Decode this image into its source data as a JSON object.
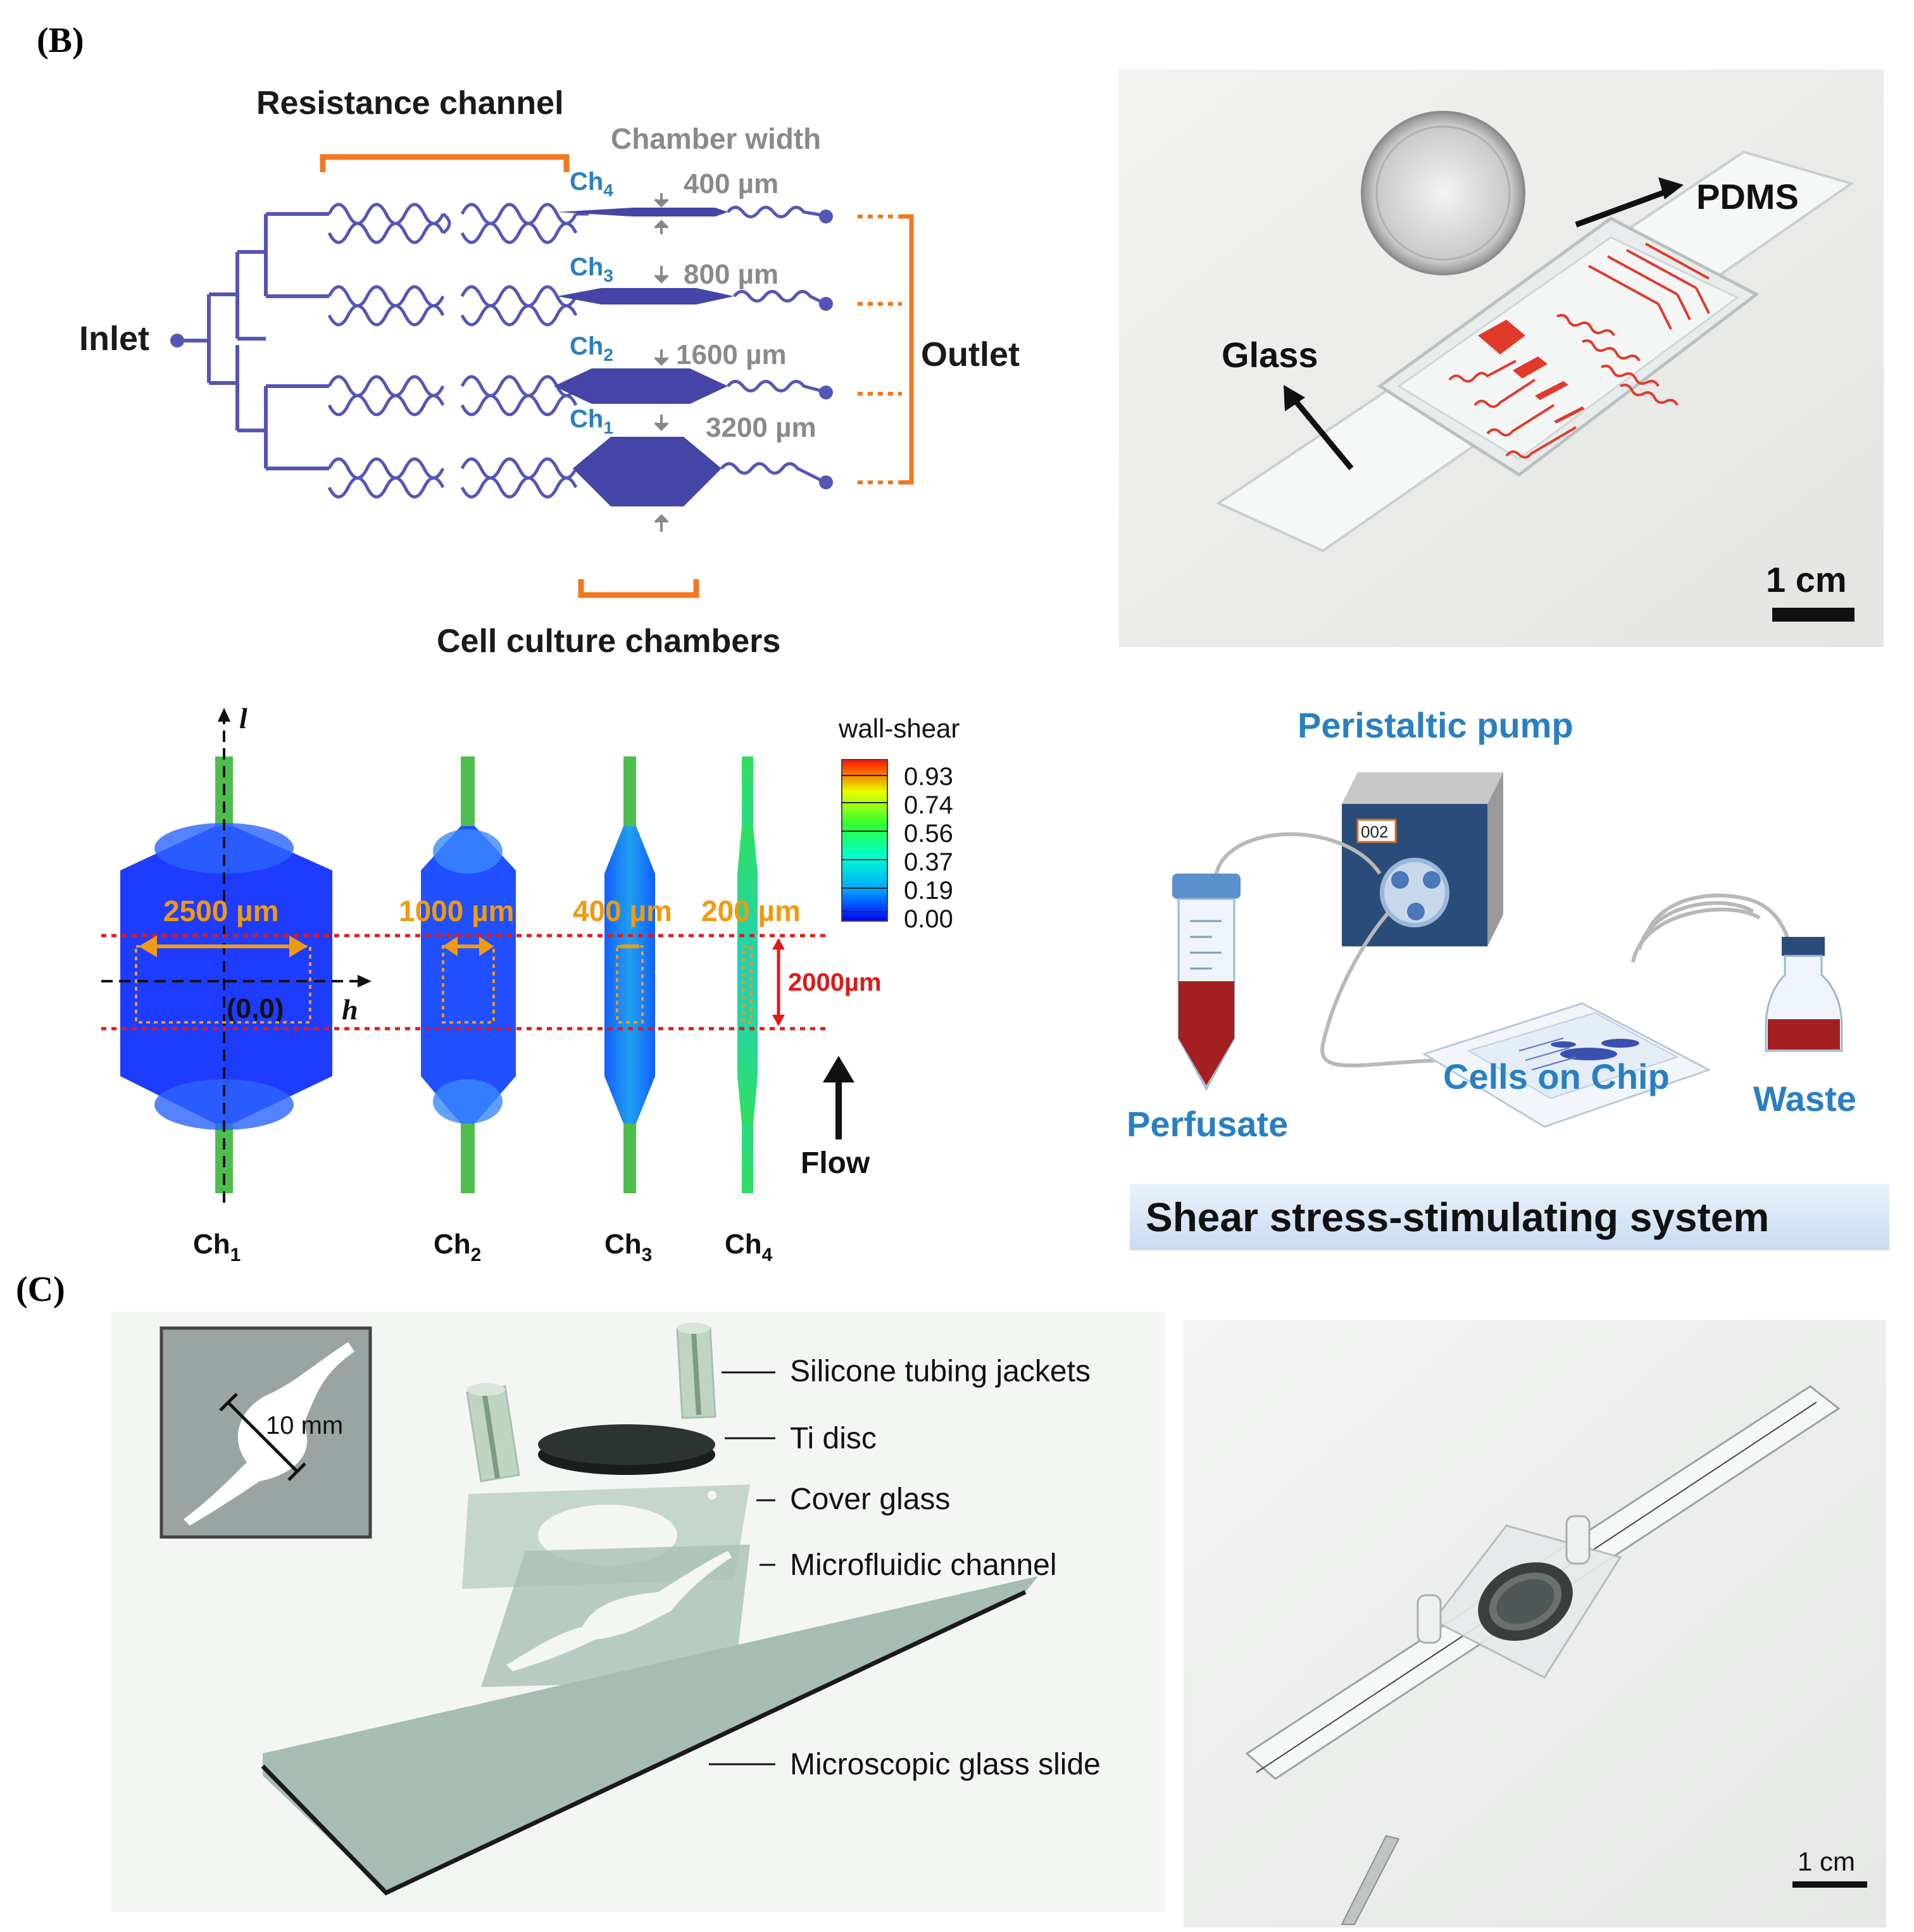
{
  "panels": {
    "B": {
      "letter_open": "(",
      "letter": "B",
      "letter_close": ")",
      "schematic": {
        "resistance_label": "Resistance channel",
        "chamber_width_label": "Chamber width",
        "inlet_label": "Inlet",
        "outlet_label": "Outlet",
        "cell_chambers_label": "Cell culture chambers",
        "channels": [
          {
            "ch": "Ch",
            "sub": "4",
            "width": "400 µm"
          },
          {
            "ch": "Ch",
            "sub": "3",
            "width": "800 µm"
          },
          {
            "ch": "Ch",
            "sub": "2",
            "width": "1600 µm"
          },
          {
            "ch": "Ch",
            "sub": "1",
            "width": "3200 µm"
          }
        ]
      },
      "photo": {
        "pdms_label": "PDMS",
        "glass_label": "Glass",
        "scale_label": "1 cm"
      },
      "simulation": {
        "axis_l": "l",
        "axis_h": "h",
        "origin_label": "(0,0)",
        "widths": [
          "2500 µm",
          "1000 µm",
          "400 µm",
          "200 µm"
        ],
        "height_label": "2000µm",
        "flow_label": "Flow",
        "chamber_labels": [
          {
            "ch": "Ch",
            "sub": "1"
          },
          {
            "ch": "Ch",
            "sub": "2"
          },
          {
            "ch": "Ch",
            "sub": "3"
          },
          {
            "ch": "Ch",
            "sub": "4"
          }
        ],
        "legend_title": "wall-shear",
        "legend_values": [
          "0.93",
          "0.74",
          "0.56",
          "0.37",
          "0.19",
          "0.00"
        ]
      },
      "system": {
        "pump_label": "Peristaltic pump",
        "pump_display": "002",
        "perfusate_label": "Perfusate",
        "chip_label": "Cells on Chip",
        "waste_label": "Waste",
        "system_title": "Shear stress-stimulating system"
      }
    },
    "C": {
      "letter_open": "(",
      "letter": "C",
      "letter_close": ")",
      "exploded": {
        "inset_label": "10 mm",
        "labels": [
          "Silicone tubing jackets",
          "Ti disc",
          "Cover glass",
          "Microfluidic channel",
          "Microscopic glass slide"
        ]
      },
      "photo": {
        "scale_label": "1 cm"
      }
    }
  },
  "colors": {
    "channel_blue": "#5555b8",
    "chamber_fill": "#4545a8",
    "bracket_orange": "#f07820",
    "gray_text": "#8a8a8a",
    "label_blue": "#2a7fc2",
    "dim_orange": "#f09a10",
    "dashed_red": "#e01818",
    "sim_blue": "#1e3cff"
  }
}
